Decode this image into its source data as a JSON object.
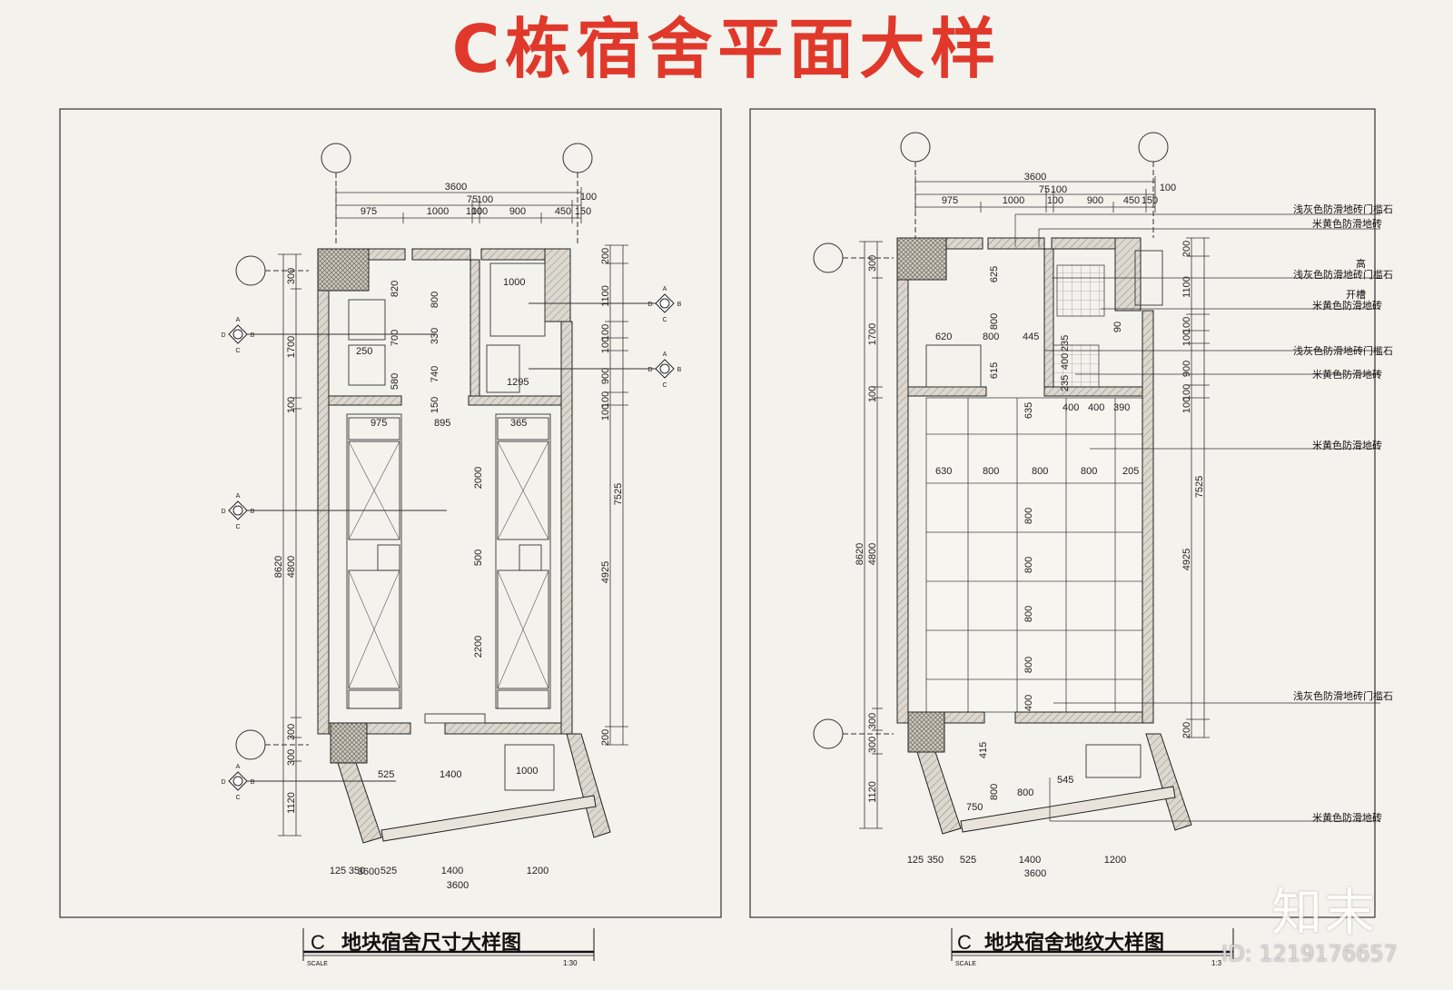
{
  "title": "C栋宿舍平面大样",
  "colors": {
    "title": "#e0392b",
    "line": "#222222",
    "wall_hatch": "#b7b2a6",
    "paper": "#f4f2ed"
  },
  "left": {
    "caption_prefix": "C",
    "caption": "地块宿舍尺寸大样图",
    "scale_label": "SCALE",
    "scale_value": "1:30",
    "dim_top_total": "3600",
    "dim_top_row1": [
      "75",
      "100",
      "100"
    ],
    "dim_top_row2": [
      "975",
      "1000",
      "100",
      "100",
      "900",
      "450",
      "150"
    ],
    "dim_bottom": [
      "125",
      "350",
      "525",
      "1400",
      "1200"
    ],
    "dim_bottom_total": "3600",
    "dim_left_outer": "8620",
    "dim_left_mid": [
      "300",
      "1700",
      "100",
      "4800",
      "300",
      "300",
      "1120"
    ],
    "dim_right_outer": "7525",
    "dim_right_mid": [
      "200",
      "1100",
      "100",
      "100",
      "900",
      "100",
      "100",
      "4925",
      "200"
    ],
    "inner_dims": [
      "820",
      "800",
      "330",
      "700",
      "740",
      "580",
      "250",
      "150",
      "1000",
      "1295",
      "975",
      "895",
      "365",
      "2000",
      "500",
      "2200",
      "525",
      "1400",
      "1000"
    ]
  },
  "right": {
    "caption_prefix": "C",
    "caption": "地块宿舍地纹大样图",
    "scale_label": "SCALE",
    "scale_value": "1:3",
    "dim_top_total": "3600",
    "dim_top_row1": [
      "75",
      "100"
    ],
    "dim_top_row2": [
      "975",
      "1000",
      "100",
      "900",
      "450",
      "150",
      "100"
    ],
    "dim_bottom": [
      "125",
      "350",
      "525",
      "1400",
      "1200"
    ],
    "dim_bottom_total": "3600",
    "dim_left_outer": "8620",
    "dim_left_mid": [
      "300",
      "1700",
      "100",
      "4800",
      "300",
      "300",
      "1120"
    ],
    "dim_right_outer": "7525",
    "dim_right_mid": [
      "200",
      "1100",
      "100",
      "100",
      "900",
      "100",
      "100",
      "4925",
      "200"
    ],
    "inner_dims": [
      "625",
      "620",
      "800",
      "445",
      "615",
      "635",
      "400",
      "400",
      "390",
      "630",
      "800",
      "800",
      "800",
      "205",
      "800",
      "800",
      "800",
      "800",
      "400",
      "415",
      "800",
      "750",
      "800",
      "545",
      "235",
      "400",
      "235",
      "800",
      "90"
    ],
    "notes": [
      "浅灰色防滑地砖门槛石",
      "米黄色防滑地砖",
      "高",
      "浅灰色防滑地砖门槛石",
      "开槽",
      "米黄色防滑地砖",
      "浅灰色防滑地砖门槛石",
      "米黄色防滑地砖",
      "米黄色防滑地砖",
      "浅灰色防滑地砖门槛石",
      "米黄色防滑地砖"
    ]
  },
  "section_marks": [
    "A",
    "B",
    "C",
    "D"
  ],
  "watermark": "知末",
  "id_label": "ID: 1219176657"
}
